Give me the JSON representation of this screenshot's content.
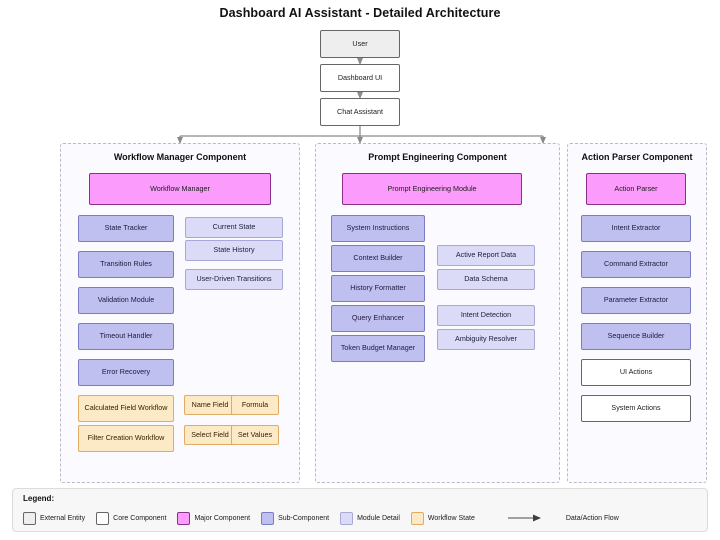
{
  "title": "Dashboard AI Assistant - Detailed Architecture",
  "colors": {
    "external_entity_fill": "#eeeeee",
    "external_entity_border": "#666666",
    "core_component_fill": "#ffffff",
    "core_component_border": "#666666",
    "major_component_fill": "#fb9bfb",
    "major_component_border": "#8a2f8a",
    "sub_component_fill": "#bfbff0",
    "sub_component_border": "#7c7cc4",
    "module_detail_fill": "#dbdbf8",
    "module_detail_border": "#a8a8d8",
    "workflow_state_fill": "#fce9c6",
    "workflow_state_border": "#e0ab62",
    "flow_arrow": "#888888",
    "group_border": "#b9b9c9",
    "canvas_background": "#ffffff",
    "legend_background": "#f7f7f7"
  },
  "top_flow": {
    "nodes": [
      {
        "id": "user",
        "label": "User",
        "style": "external"
      },
      {
        "id": "dashboard-ui",
        "label": "Dashboard UI",
        "style": "core"
      },
      {
        "id": "chat-assistant",
        "label": "Chat Assistant",
        "style": "core"
      }
    ]
  },
  "groups": [
    {
      "id": "workflow-manager-component",
      "title": "Workflow Manager Component",
      "main": {
        "label": "Workflow Manager",
        "style": "major"
      },
      "left_column": [
        {
          "label": "State Tracker",
          "style": "sub"
        },
        {
          "label": "Transition Rules",
          "style": "sub"
        },
        {
          "label": "Validation Module",
          "style": "sub"
        },
        {
          "label": "Timeout Handler",
          "style": "sub"
        },
        {
          "label": "Error Recovery",
          "style": "sub"
        },
        {
          "label": "Calculated Field Workflow",
          "style": "state"
        },
        {
          "label": "Filter Creation Workflow",
          "style": "state"
        }
      ],
      "right_column": [
        {
          "label": "Current State",
          "style": "detail"
        },
        {
          "label": "State History",
          "style": "detail"
        },
        {
          "label": "User-Driven Transitions",
          "style": "detail"
        }
      ],
      "right_pairs": [
        {
          "label": "Name Field",
          "style": "state"
        },
        {
          "label": "Formula",
          "style": "state"
        },
        {
          "label": "Select Field",
          "style": "state"
        },
        {
          "label": "Set Values",
          "style": "state"
        }
      ]
    },
    {
      "id": "prompt-engineering-component",
      "title": "Prompt Engineering Component",
      "main": {
        "label": "Prompt Engineering Module",
        "style": "major"
      },
      "left_column": [
        {
          "label": "System Instructions",
          "style": "sub"
        },
        {
          "label": "Context Builder",
          "style": "sub"
        },
        {
          "label": "History Formatter",
          "style": "sub"
        },
        {
          "label": "Query Enhancer",
          "style": "sub"
        },
        {
          "label": "Token Budget Manager",
          "style": "sub"
        }
      ],
      "right_column": [
        {
          "label": "Active Report Data",
          "style": "detail"
        },
        {
          "label": "Data Schema",
          "style": "detail"
        },
        {
          "label": "Intent Detection",
          "style": "detail"
        },
        {
          "label": "Ambiguity Resolver",
          "style": "detail"
        }
      ]
    },
    {
      "id": "action-parser-component",
      "title": "Action Parser Component",
      "main": {
        "label": "Action Parser",
        "style": "major"
      },
      "left_column": [
        {
          "label": "Intent Extractor",
          "style": "sub"
        },
        {
          "label": "Command Extractor",
          "style": "sub"
        },
        {
          "label": "Parameter Extractor",
          "style": "sub"
        },
        {
          "label": "Sequence Builder",
          "style": "sub"
        },
        {
          "label": "UI Actions",
          "style": "core"
        },
        {
          "label": "System Actions",
          "style": "core"
        }
      ]
    }
  ],
  "legend": {
    "heading": "Legend:",
    "items": [
      {
        "label": "External Entity",
        "style": "external"
      },
      {
        "label": "Core Component",
        "style": "core"
      },
      {
        "label": "Major Component",
        "style": "major"
      },
      {
        "label": "Sub-Component",
        "style": "sub"
      },
      {
        "label": "Module Detail",
        "style": "detail"
      },
      {
        "label": "Workflow State",
        "style": "state"
      }
    ],
    "flow_label": "Data/Action Flow"
  }
}
